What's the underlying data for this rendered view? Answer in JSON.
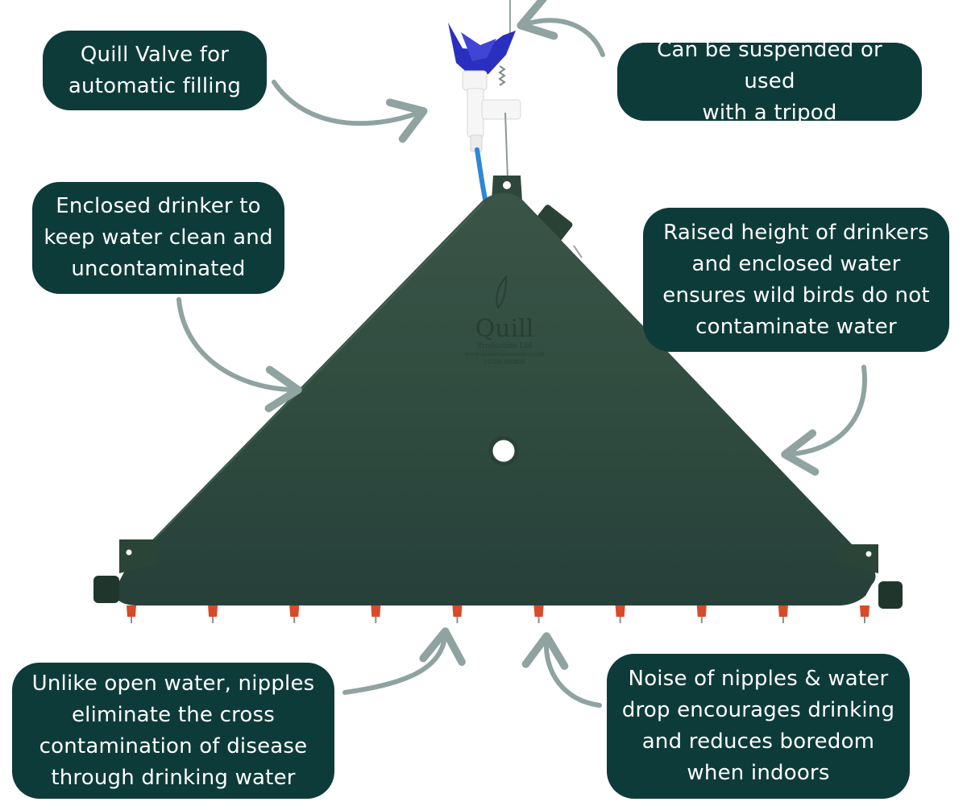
{
  "callouts": {
    "quill_valve": "Quill Valve for\nautomatic filling",
    "suspended": "Can be suspended or used\nwith a tripod",
    "enclosed": "Enclosed drinker to\nkeep water clean and\nuncontaminated",
    "raised_height": "Raised height of drinkers\nand enclosed water\nensures wild birds do not\ncontaminate water",
    "nipples": "Unlike open water, nipples\neliminate the cross\ncontamination of disease\nthrough drinking water",
    "noise": "Noise of nipples & water\ndrop encourages drinking\nand reduces boredom\nwhen indoors"
  },
  "product_logo": {
    "brand": "Quill",
    "lines": [
      "Production Ltd",
      "www.quillproductions.co.uk",
      "01584 810404"
    ]
  },
  "colors": {
    "callout_bg": "#0d3b3a",
    "callout_text": "#ffffff",
    "arrow": "#8fa3a0",
    "drinker_body": "#2f4a3e",
    "nipple": "#d94a2a",
    "valve_blue": "#2a2fbf"
  },
  "nipple_count": 10
}
